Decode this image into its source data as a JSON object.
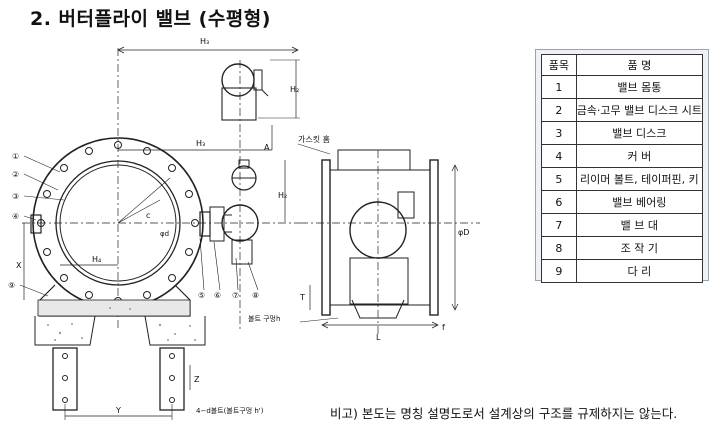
{
  "title": "2. 버터플라이 밸브 (수평형)",
  "parts_table": {
    "headers": [
      "품목",
      "품 명"
    ],
    "rows": [
      {
        "no": "1",
        "name": "밸브 몸통"
      },
      {
        "no": "2",
        "name": "금속·고무 밸브 디스크 시트"
      },
      {
        "no": "3",
        "name": "밸브 디스크"
      },
      {
        "no": "4",
        "name": "커 버"
      },
      {
        "no": "5",
        "name": "리이머 볼트, 테이퍼핀, 키"
      },
      {
        "no": "6",
        "name": "밸브 베어링"
      },
      {
        "no": "7",
        "name": "밸 브 대"
      },
      {
        "no": "8",
        "name": "조 작 기"
      },
      {
        "no": "9",
        "name": "다 리"
      }
    ]
  },
  "drawing_labels": {
    "h3_top": "H₃",
    "h3_mid": "H₃",
    "h2_top": "H₂",
    "h2_mid": "H₂",
    "h4": "H₄",
    "a_mark": "A",
    "gasket_groove": "가스킷 홈",
    "bolt_hole_h": "볼트 구멍h",
    "phi_d": "φD",
    "phi_d_small": "φd",
    "l_dim": "L",
    "t_dim": "T",
    "x_dim": "X",
    "y_dim": "Y",
    "z_dim": "Z",
    "f_dim": "f",
    "c_mark": "c",
    "bolt_note": "4−d볼트(볼트구멍 h')",
    "callouts": [
      "①",
      "②",
      "③",
      "④",
      "⑤",
      "⑥",
      "⑦",
      "⑧",
      "⑨"
    ]
  },
  "note": "비고) 본도는 명칭 설명도로서 설계상의 구조를 규제하지는 않는다."
}
